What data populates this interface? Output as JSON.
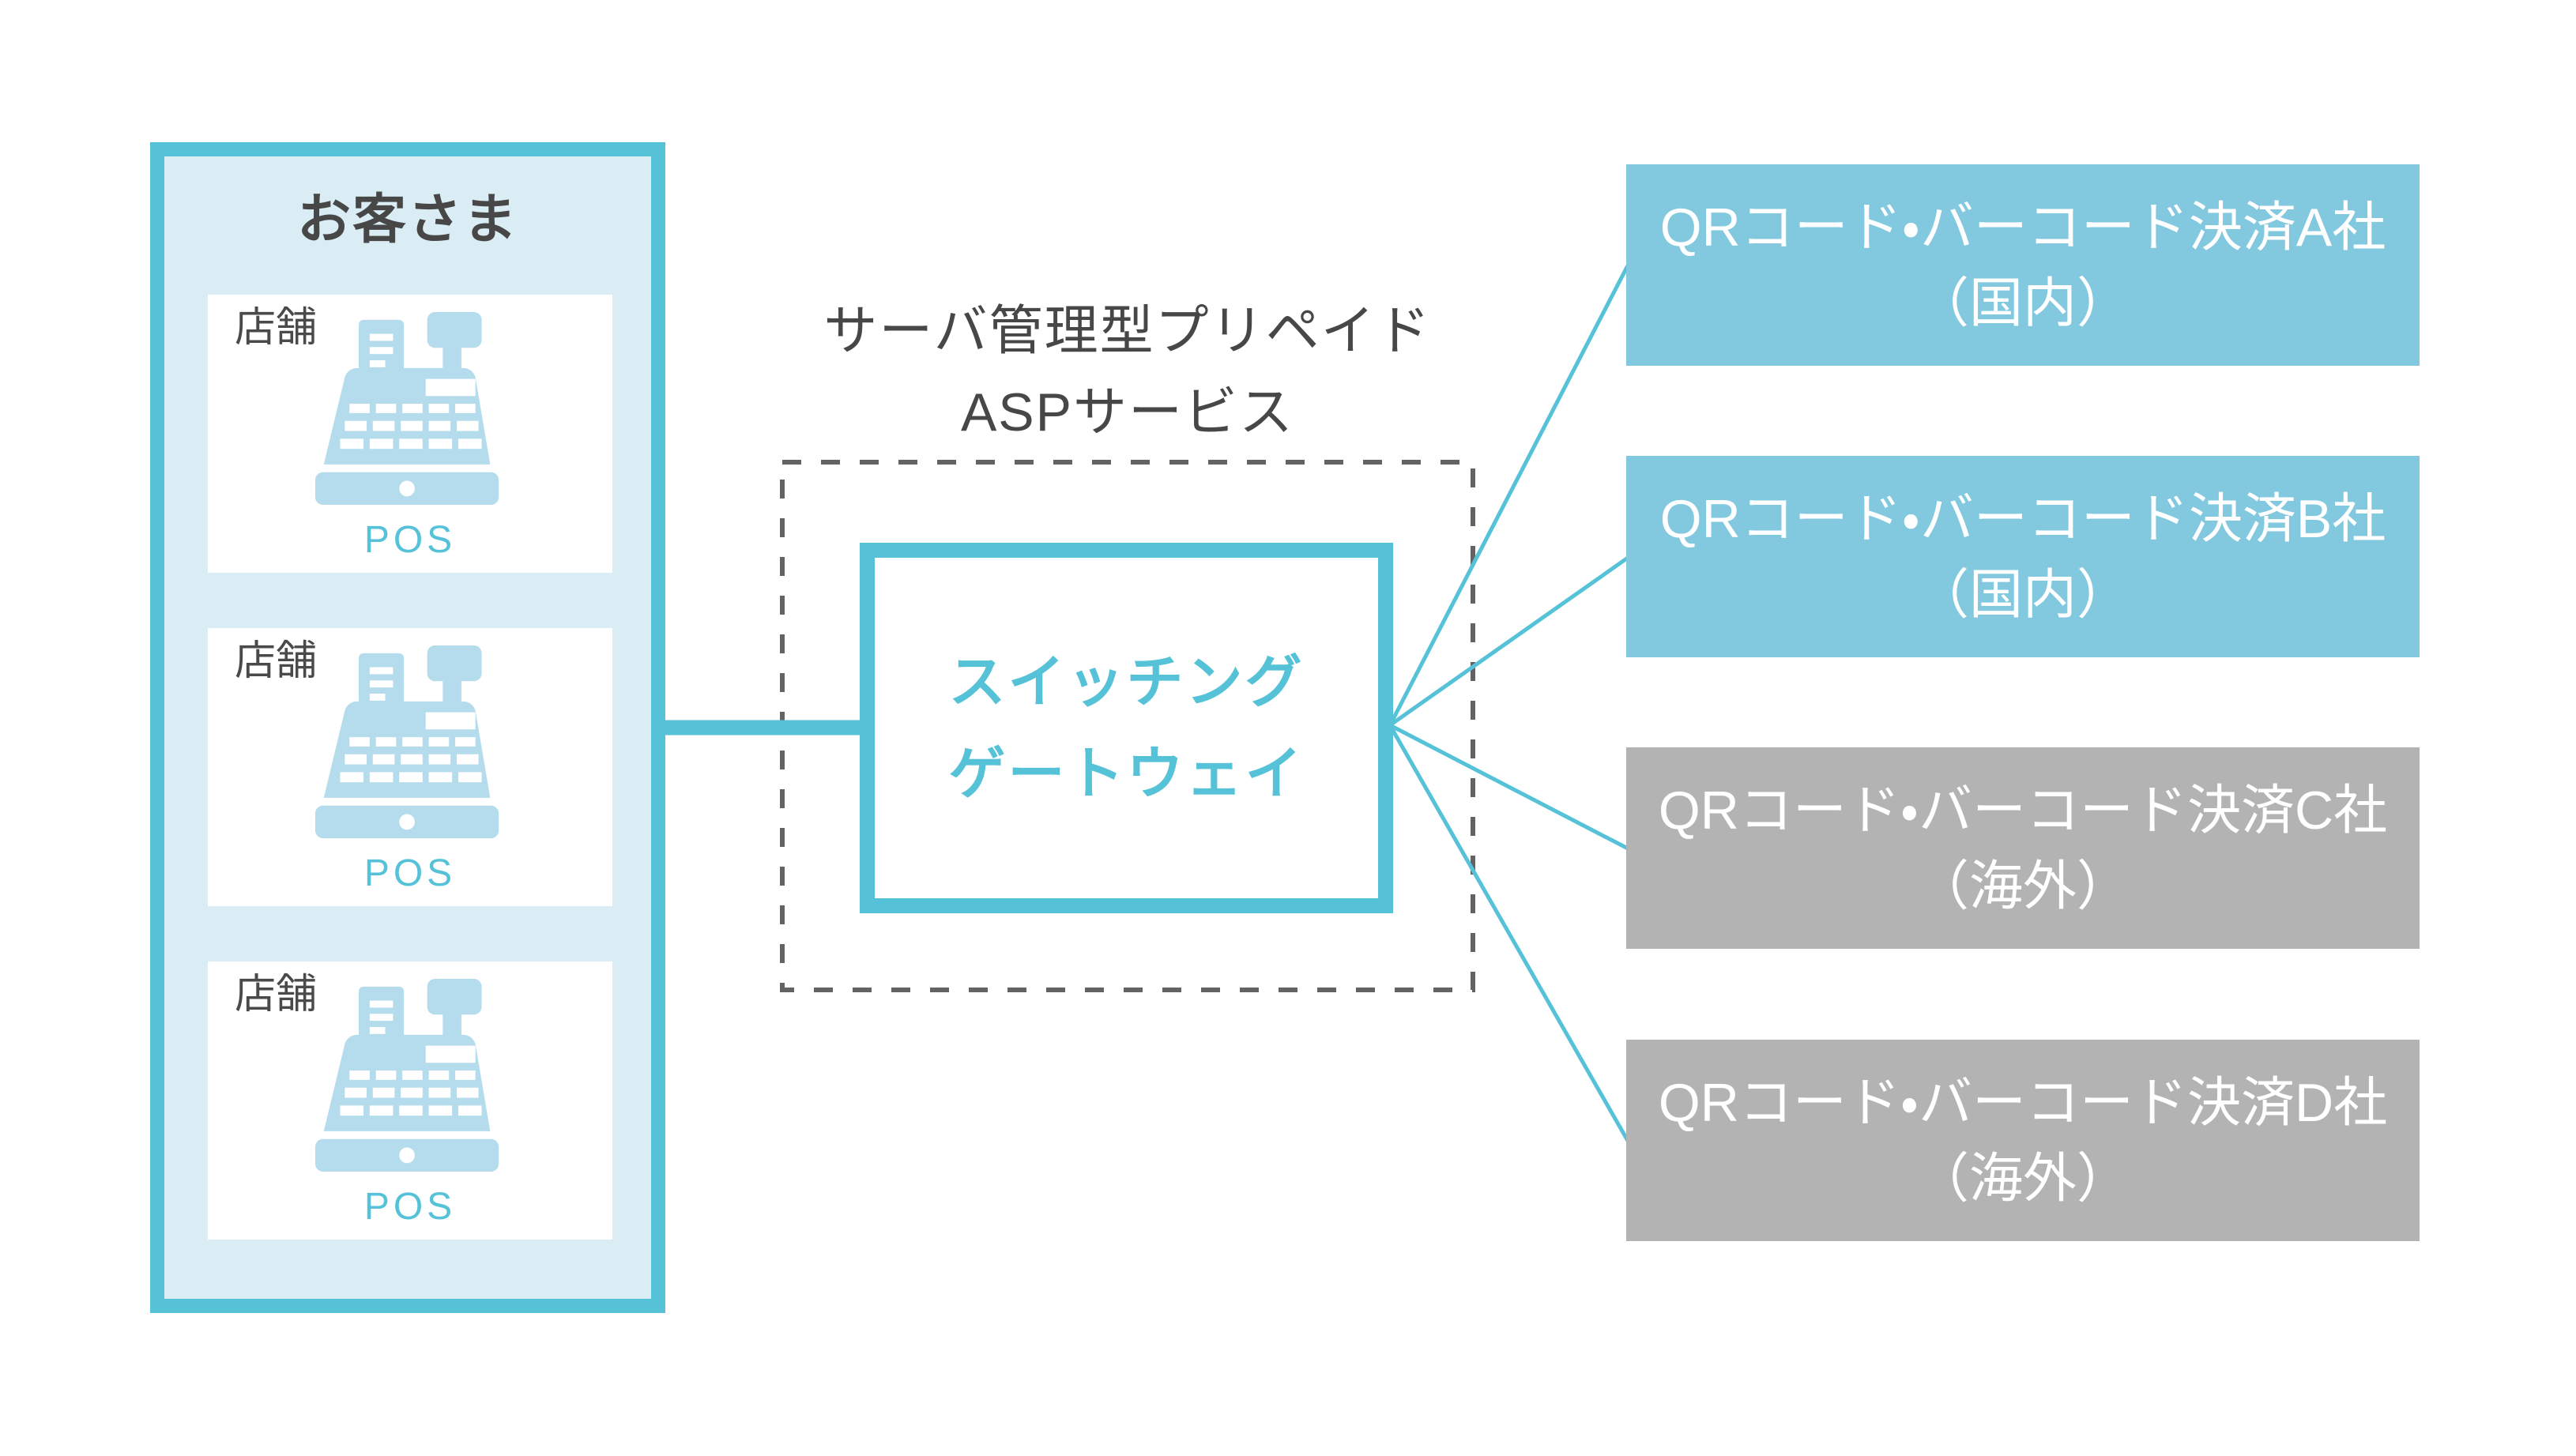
{
  "customer": {
    "title": "お客さま",
    "stores": [
      {
        "label": "店舗",
        "device_label": "POS",
        "icon": "pos-register-icon"
      },
      {
        "label": "店舗",
        "device_label": "POS",
        "icon": "pos-register-icon"
      },
      {
        "label": "店舗",
        "device_label": "POS",
        "icon": "pos-register-icon"
      }
    ]
  },
  "asp_service": {
    "label_line1": "サーバ管理型プリペイド",
    "label_line2": "ASPサービス",
    "gateway": {
      "line1": "スイッチング",
      "line2": "ゲートウェイ"
    }
  },
  "providers": [
    {
      "name": "QRコード・バーコード決済A社",
      "region": "（国内）",
      "category": "domestic"
    },
    {
      "name": "QRコード・バーコード決済B社",
      "region": "（国内）",
      "category": "domestic"
    },
    {
      "name": "QRコード・バーコード決済C社",
      "region": "（海外）",
      "category": "overseas"
    },
    {
      "name": "QRコード・バーコード決済D社",
      "region": "（海外）",
      "category": "overseas"
    }
  ],
  "edges": [
    {
      "from": "customer-box",
      "to": "switching-gateway"
    },
    {
      "from": "switching-gateway",
      "to": "provider-a"
    },
    {
      "from": "switching-gateway",
      "to": "provider-b"
    },
    {
      "from": "switching-gateway",
      "to": "provider-c"
    },
    {
      "from": "switching-gateway",
      "to": "provider-d"
    }
  ],
  "colors": {
    "cyan_accent": "#55c2d8",
    "provider_domestic_bg": "#82c9e0",
    "provider_overseas_bg": "#b3b3b3",
    "customer_box_bg": "#daecf4",
    "pos_icon_blue": "#b5dcec",
    "dark_text": "#474747",
    "dashed_border_gray": "#636363",
    "provider_text": "#ffffff"
  }
}
